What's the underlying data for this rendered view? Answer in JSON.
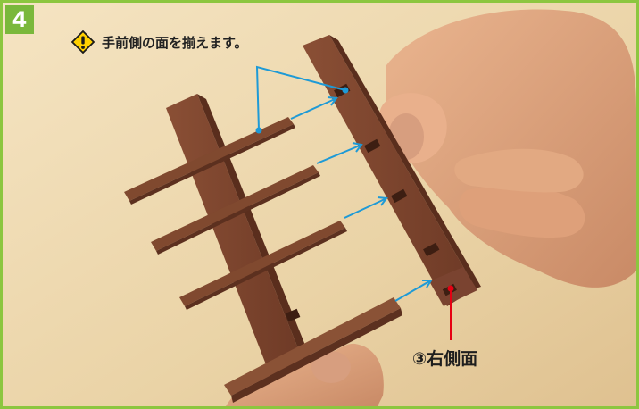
{
  "step": {
    "number": "4",
    "color": "#7ab83b"
  },
  "note": {
    "icon": "warning-diamond-icon",
    "text": "手前側の面を揃えます。",
    "icon_color": "#ffd000"
  },
  "part_label": {
    "text": "③右側面",
    "pointer_color": "#e60012"
  },
  "arrow_color": "#1e9ad6",
  "frame_color": "#8cc63f"
}
